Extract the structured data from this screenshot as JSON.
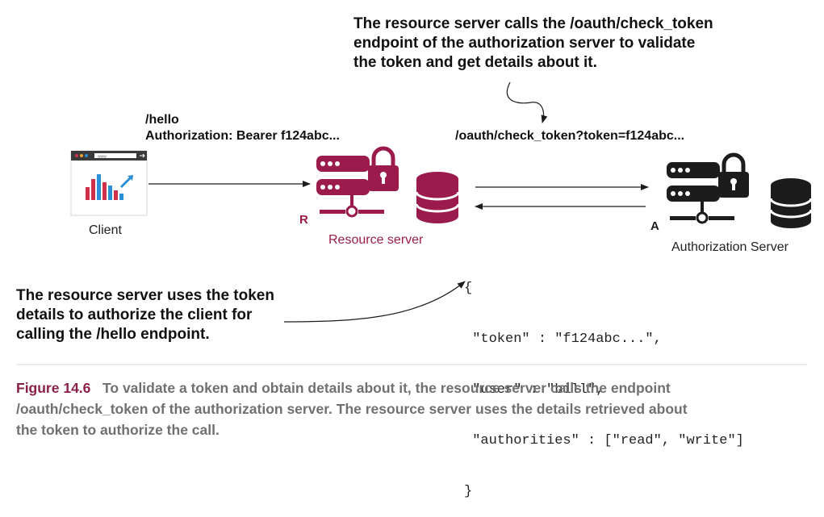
{
  "callouts": {
    "top_line1": "The resource server calls the /oauth/check_token",
    "top_line2": "endpoint of the authorization server to validate",
    "top_line3": "the token and get details about it.",
    "bottom_line1": "The resource server uses the token",
    "bottom_line2": "details to authorize the client for",
    "bottom_line3": "calling the /hello endpoint."
  },
  "request": {
    "path": "/hello",
    "header": "Authorization: Bearer f124abc..."
  },
  "check_request": "/oauth/check_token?token=f124abc...",
  "nodes": {
    "client_label": "Client",
    "browser_url": "www",
    "resource_label": "Resource server",
    "resource_letter": "R",
    "auth_label": "Authorization Server",
    "auth_letter": "A"
  },
  "response_json": {
    "open": "{",
    "line1": " \"token\" : \"f124abc...\",",
    "line2": " \"user\" : \"bill\",",
    "line3": " \"authorities\" : [\"read\", \"write\"]",
    "close": "}"
  },
  "caption": {
    "figure": "Figure 14.6",
    "line1": "To validate a token and obtain details about it, the resource server calls the endpoint",
    "line2": "/oauth/check_token of the authorization server. The resource server uses the details retrieved about",
    "line3": "the token to authorize the call."
  },
  "colors": {
    "accent": "#9b1c4c",
    "dark": "#1c1c1c",
    "caption_text": "#707070",
    "chart_bars": "#d0304a",
    "chart_blue": "#2b8fd6"
  }
}
